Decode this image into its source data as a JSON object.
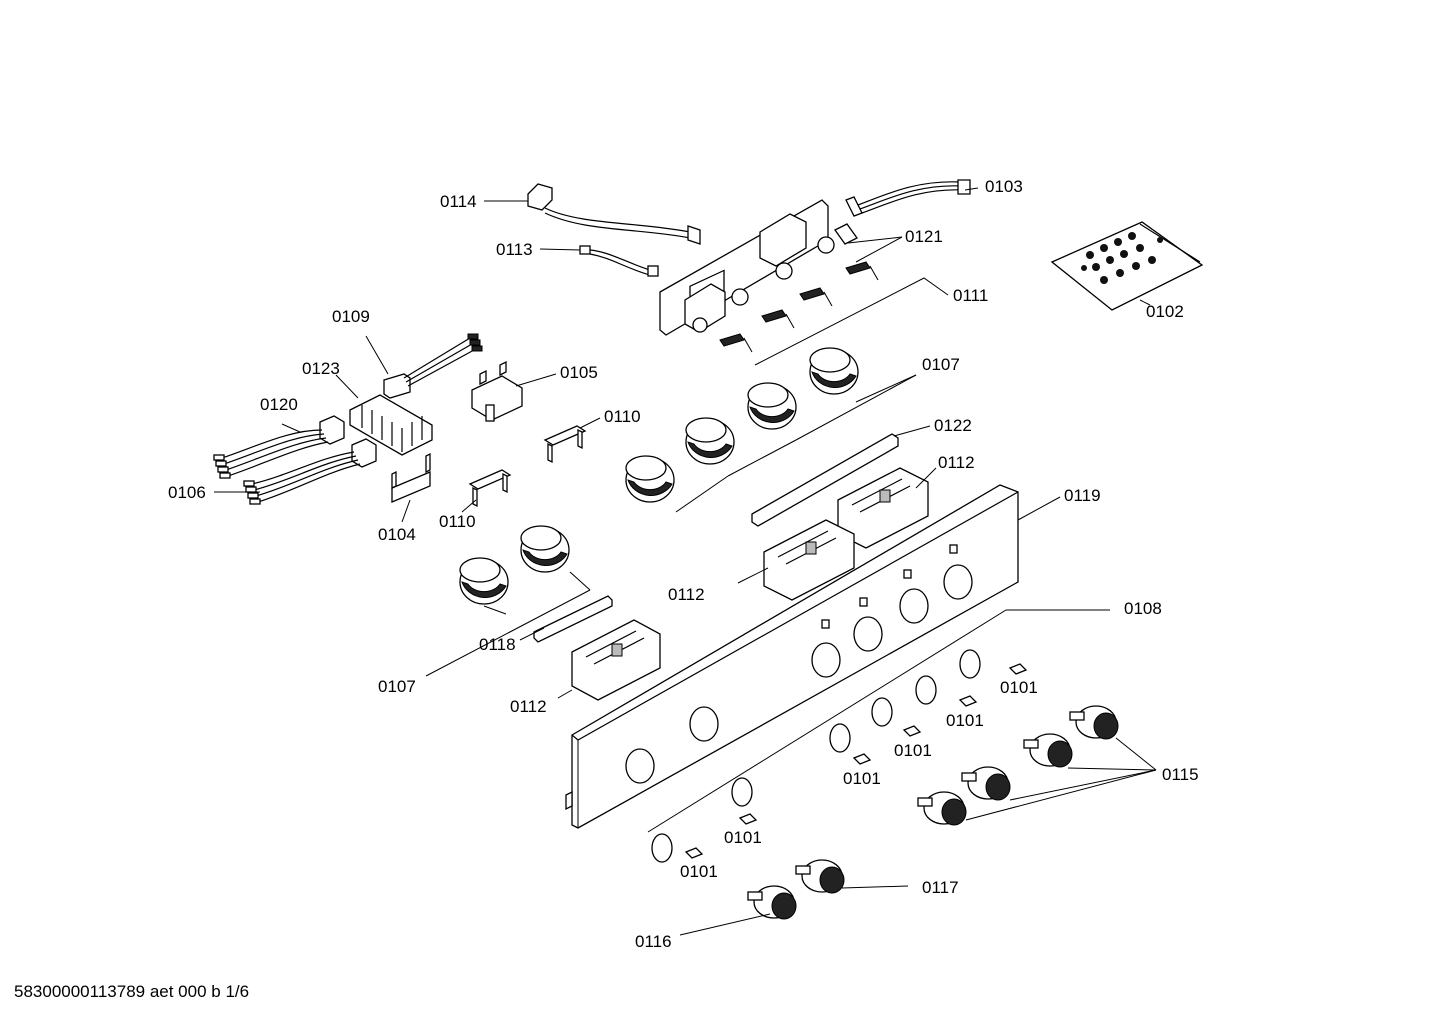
{
  "document_id": "58300000113789 aet 000 b 1/6",
  "labels": {
    "l0114": "0114",
    "l0113": "0113",
    "l0103": "0103",
    "l0121": "0121",
    "l0111": "0111",
    "l0102": "0102",
    "l0109": "0109",
    "l0123": "0123",
    "l0105": "0105",
    "l0107a": "0107",
    "l0120": "0120",
    "l0110a": "0110",
    "l0122": "0122",
    "l0112a": "0112",
    "l0106": "0106",
    "l0110b": "0110",
    "l0104": "0104",
    "l0119": "0119",
    "l0112b": "0112",
    "l0108": "0108",
    "l0118": "0118",
    "l0107b": "0107",
    "l0112c": "0112",
    "l0101a": "0101",
    "l0101b": "0101",
    "l0101c": "0101",
    "l0101d": "0101",
    "l0115": "0115",
    "l0101e": "0101",
    "l0101f": "0101",
    "l0117": "0117",
    "l0116": "0116"
  }
}
